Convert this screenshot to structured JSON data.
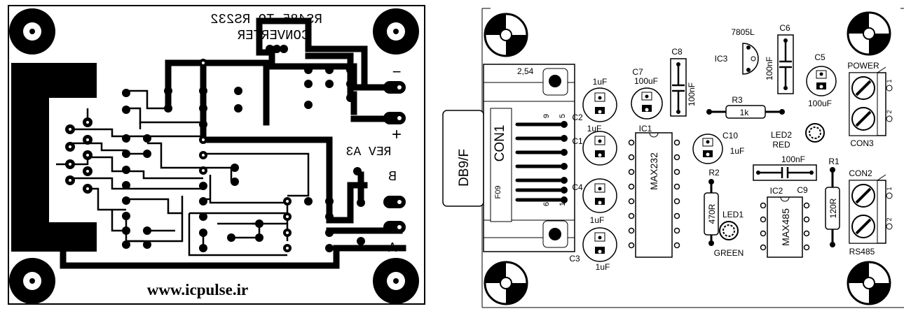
{
  "copper_side": {
    "title_line1": "RS485 TO RS232",
    "title_line2": "CONVERTER",
    "revision": "REV A3",
    "terminal_minus": "−",
    "terminal_plus": "+",
    "terminal_b": "B",
    "terminal_a": "A",
    "website": "www.icpulse.ir"
  },
  "silkscreen": {
    "connector": {
      "ref": "CON1",
      "type": "DB9/F",
      "code": "F09",
      "pitch": "2,54",
      "pin_9": "9",
      "pin_5": "5",
      "pin_6": "6",
      "pin_1": "1"
    },
    "caps_left": [
      {
        "ref": "C2",
        "value": "1uF"
      },
      {
        "ref": "C1",
        "value": "1uF"
      },
      {
        "ref": "C4",
        "value": "1uF"
      },
      {
        "ref": "C3",
        "value": "1uF"
      }
    ],
    "c7": {
      "ref": "C7",
      "value": "100uF"
    },
    "c8": {
      "ref": "C8",
      "value": "100nF"
    },
    "ic1": {
      "ref": "IC1",
      "part": "MAX232"
    },
    "ic3": {
      "ref": "IC3",
      "part": "7805L"
    },
    "c6": {
      "ref": "C6",
      "value": "100nF"
    },
    "c5": {
      "ref": "C5",
      "value": "100uF"
    },
    "r3": {
      "ref": "R3",
      "value": "1k"
    },
    "c10": {
      "ref": "C10",
      "value": "1uF"
    },
    "led2": {
      "ref": "LED2",
      "color": "RED"
    },
    "c9": {
      "ref": "C9",
      "value": "100nF"
    },
    "r2": {
      "ref": "R2",
      "value": "470R"
    },
    "led1": {
      "ref": "LED1",
      "color": "GREEN"
    },
    "ic2": {
      "ref": "IC2",
      "part": "MAX485"
    },
    "r1": {
      "ref": "R1",
      "value": "120R"
    },
    "con3": {
      "ref": "CON3",
      "label": "POWER",
      "pin1": "1",
      "pin2": "2"
    },
    "con2": {
      "ref": "CON2",
      "label": "RS485",
      "pin1": "1",
      "pin2": "2"
    }
  }
}
